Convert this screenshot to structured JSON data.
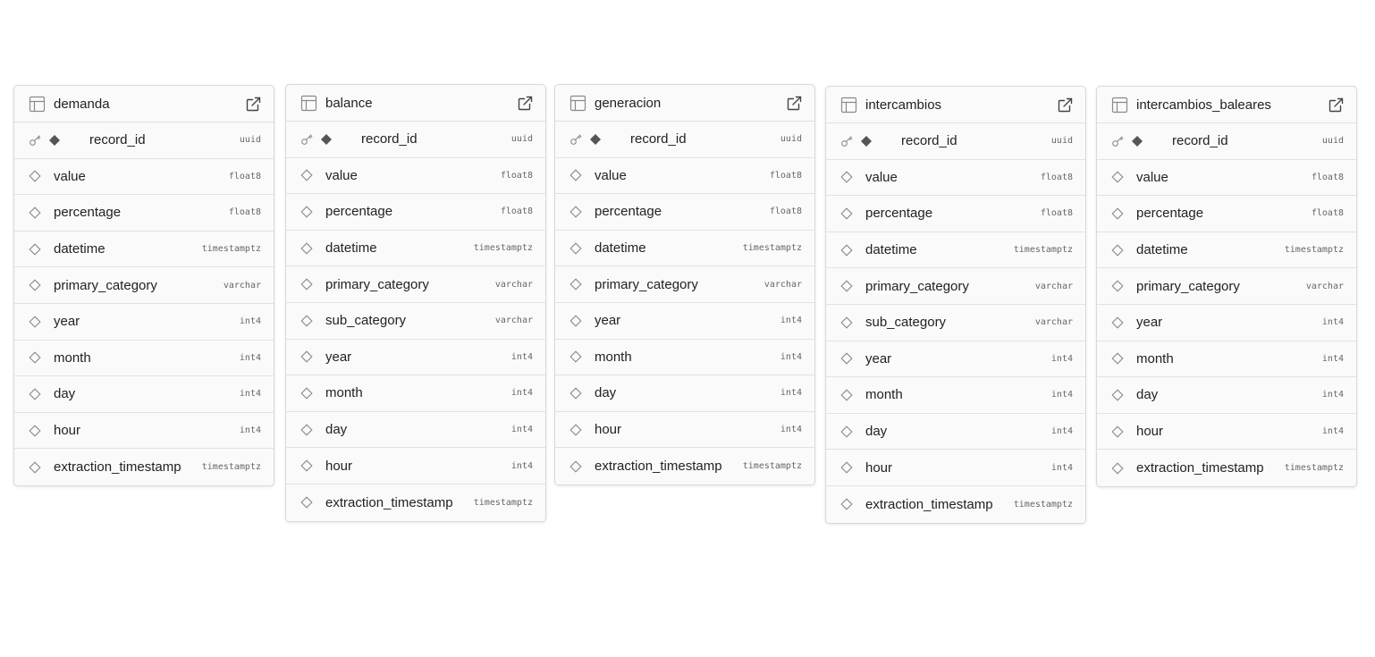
{
  "tables": [
    {
      "name": "demanda",
      "columns": [
        {
          "name": "record_id",
          "type": "uuid",
          "pk": true
        },
        {
          "name": "value",
          "type": "float8"
        },
        {
          "name": "percentage",
          "type": "float8"
        },
        {
          "name": "datetime",
          "type": "timestamptz"
        },
        {
          "name": "primary_category",
          "type": "varchar"
        },
        {
          "name": "year",
          "type": "int4"
        },
        {
          "name": "month",
          "type": "int4"
        },
        {
          "name": "day",
          "type": "int4"
        },
        {
          "name": "hour",
          "type": "int4"
        },
        {
          "name": "extraction_timestamp",
          "type": "timestamptz"
        }
      ]
    },
    {
      "name": "balance",
      "columns": [
        {
          "name": "record_id",
          "type": "uuid",
          "pk": true
        },
        {
          "name": "value",
          "type": "float8"
        },
        {
          "name": "percentage",
          "type": "float8"
        },
        {
          "name": "datetime",
          "type": "timestamptz"
        },
        {
          "name": "primary_category",
          "type": "varchar"
        },
        {
          "name": "sub_category",
          "type": "varchar"
        },
        {
          "name": "year",
          "type": "int4"
        },
        {
          "name": "month",
          "type": "int4"
        },
        {
          "name": "day",
          "type": "int4"
        },
        {
          "name": "hour",
          "type": "int4"
        },
        {
          "name": "extraction_timestamp",
          "type": "timestamptz"
        }
      ]
    },
    {
      "name": "generacion",
      "columns": [
        {
          "name": "record_id",
          "type": "uuid",
          "pk": true
        },
        {
          "name": "value",
          "type": "float8"
        },
        {
          "name": "percentage",
          "type": "float8"
        },
        {
          "name": "datetime",
          "type": "timestamptz"
        },
        {
          "name": "primary_category",
          "type": "varchar"
        },
        {
          "name": "year",
          "type": "int4"
        },
        {
          "name": "month",
          "type": "int4"
        },
        {
          "name": "day",
          "type": "int4"
        },
        {
          "name": "hour",
          "type": "int4"
        },
        {
          "name": "extraction_timestamp",
          "type": "timestamptz"
        }
      ]
    },
    {
      "name": "intercambios",
      "columns": [
        {
          "name": "record_id",
          "type": "uuid",
          "pk": true
        },
        {
          "name": "value",
          "type": "float8"
        },
        {
          "name": "percentage",
          "type": "float8"
        },
        {
          "name": "datetime",
          "type": "timestamptz"
        },
        {
          "name": "primary_category",
          "type": "varchar"
        },
        {
          "name": "sub_category",
          "type": "varchar"
        },
        {
          "name": "year",
          "type": "int4"
        },
        {
          "name": "month",
          "type": "int4"
        },
        {
          "name": "day",
          "type": "int4"
        },
        {
          "name": "hour",
          "type": "int4"
        },
        {
          "name": "extraction_timestamp",
          "type": "timestamptz"
        }
      ]
    },
    {
      "name": "intercambios_baleares",
      "columns": [
        {
          "name": "record_id",
          "type": "uuid",
          "pk": true
        },
        {
          "name": "value",
          "type": "float8"
        },
        {
          "name": "percentage",
          "type": "float8"
        },
        {
          "name": "datetime",
          "type": "timestamptz"
        },
        {
          "name": "primary_category",
          "type": "varchar"
        },
        {
          "name": "year",
          "type": "int4"
        },
        {
          "name": "month",
          "type": "int4"
        },
        {
          "name": "day",
          "type": "int4"
        },
        {
          "name": "hour",
          "type": "int4"
        },
        {
          "name": "extraction_timestamp",
          "type": "timestamptz"
        }
      ]
    }
  ],
  "icons": {
    "table": "table-icon",
    "open": "external-link-icon",
    "key": "key-icon",
    "primary": "filled-diamond-icon",
    "column": "diamond-outline-icon"
  },
  "colors": {
    "icon": "#8a8a8a",
    "primary_marker": "#555555",
    "border": "#d9d9d9"
  }
}
